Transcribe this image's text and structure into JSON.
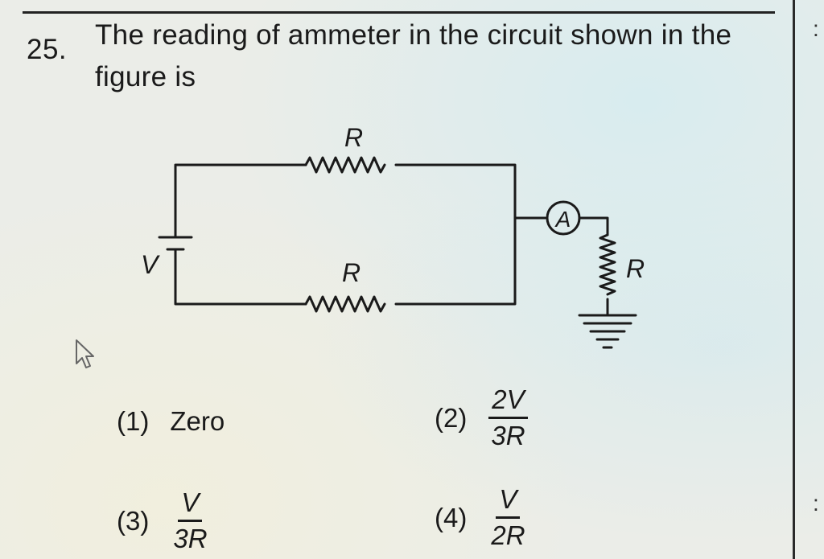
{
  "question": {
    "number": "25.",
    "text": "The reading of ammeter in the circuit shown in the figure is"
  },
  "circuit": {
    "resistor_top_label": "R",
    "resistor_bottom_label": "R",
    "resistor_right_label": "R",
    "battery_label": "V",
    "ammeter_label": "A"
  },
  "options": [
    {
      "label": "(1)",
      "text": "Zero"
    },
    {
      "label": "(2)",
      "numerator": "2V",
      "denominator": "3R"
    },
    {
      "label": "(3)",
      "numerator": "V",
      "denominator": "3R"
    },
    {
      "label": "(4)",
      "numerator": "V",
      "denominator": "2R"
    }
  ]
}
